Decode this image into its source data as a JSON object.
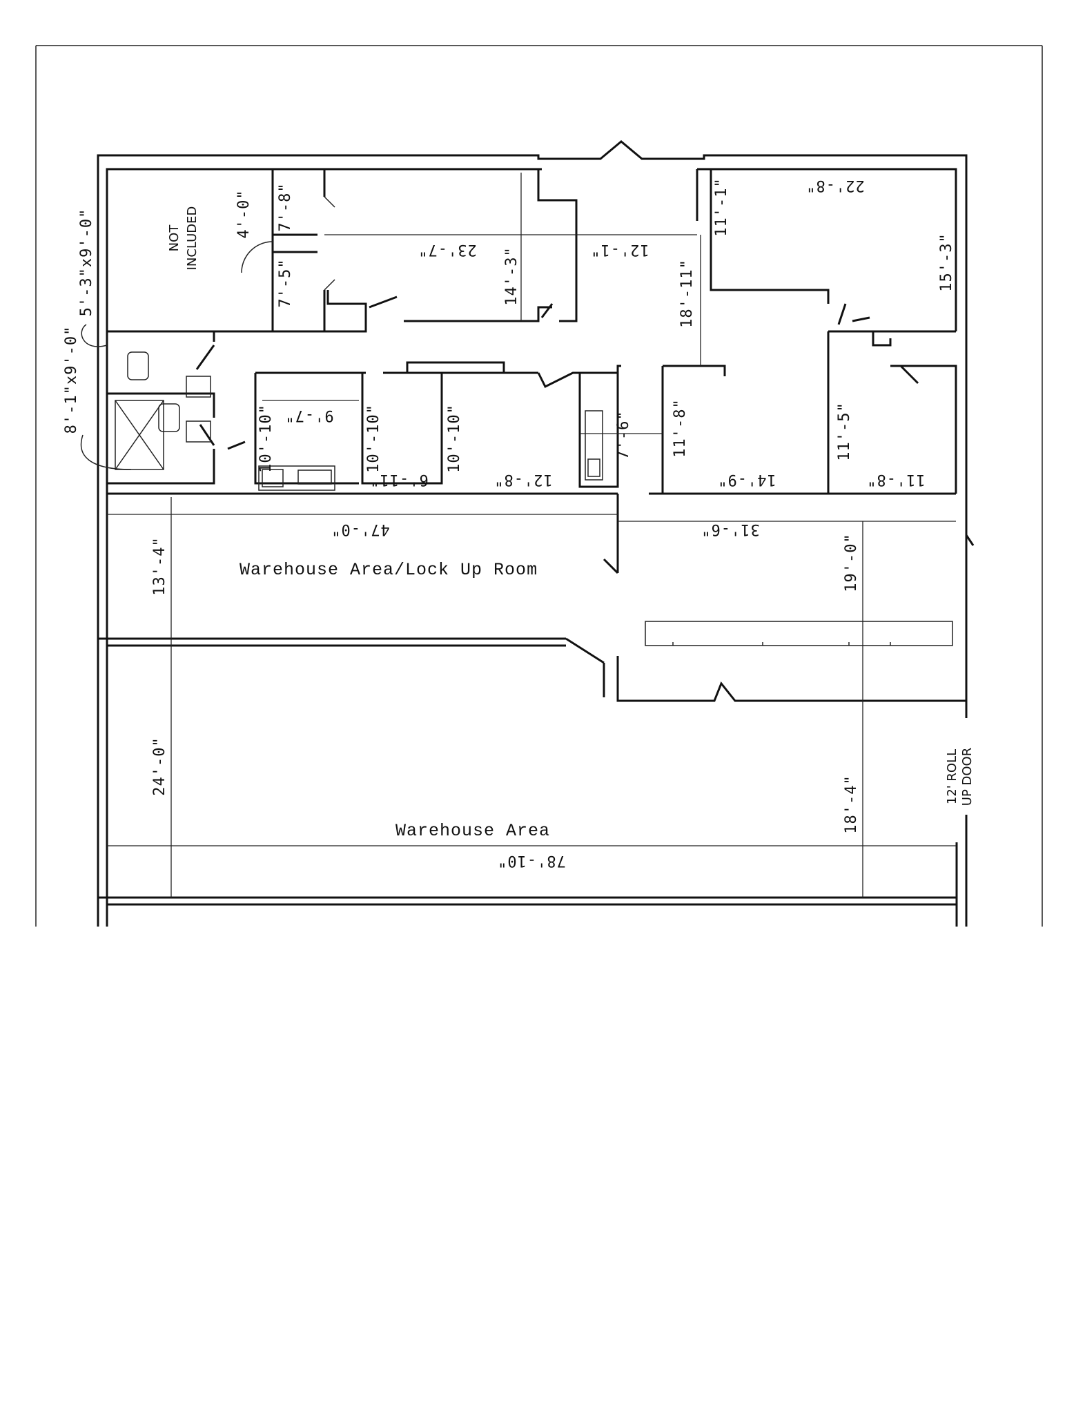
{
  "rooms": {
    "not_included": [
      "NOT",
      "INCLUDED"
    ],
    "warehouse_lockup": "Warehouse Area/Lock Up Room",
    "warehouse": "Warehouse Area",
    "roll_door": [
      "12' ROLL",
      "UP DOOR"
    ]
  },
  "dims": {
    "d_22_8": "22'-8\"",
    "d_15_3": "15'-3\"",
    "d_11_1": "11'-1\"",
    "d_12_1": "12'-1\"",
    "d_23_7": "23'-7\"",
    "d_14_3": "14'-3\"",
    "d_18_11": "18'-11\"",
    "d_7_8": "7'-8\"",
    "d_7_5": "7'-5\"",
    "d_4_0": "4'-0\"",
    "d_5_3x9_0": "5'-3\"x9'-0\"",
    "d_8_1x9_0": "8'-1\"x9'-0\"",
    "d_9_7": "9'-7\"",
    "d_10_10_a": "10'-10\"",
    "d_10_10_b": "10'-10\"",
    "d_10_10_c": "10'-10\"",
    "d_6_11": "6'-11\"",
    "d_12_8": "12'-8\"",
    "d_7_6": "7'-6\"",
    "d_11_8_v": "11'-8\"",
    "d_14_9": "14'-9\"",
    "d_11_5": "11'-5\"",
    "d_11_8_h": "11'-8\"",
    "d_47_0": "47'-0\"",
    "d_31_6": "31'-6\"",
    "d_13_4": "13'-4\"",
    "d_19_0": "19'-0\"",
    "d_24_0": "24'-0\"",
    "d_18_4": "18'-4\"",
    "d_78_10": "78'-10\""
  }
}
